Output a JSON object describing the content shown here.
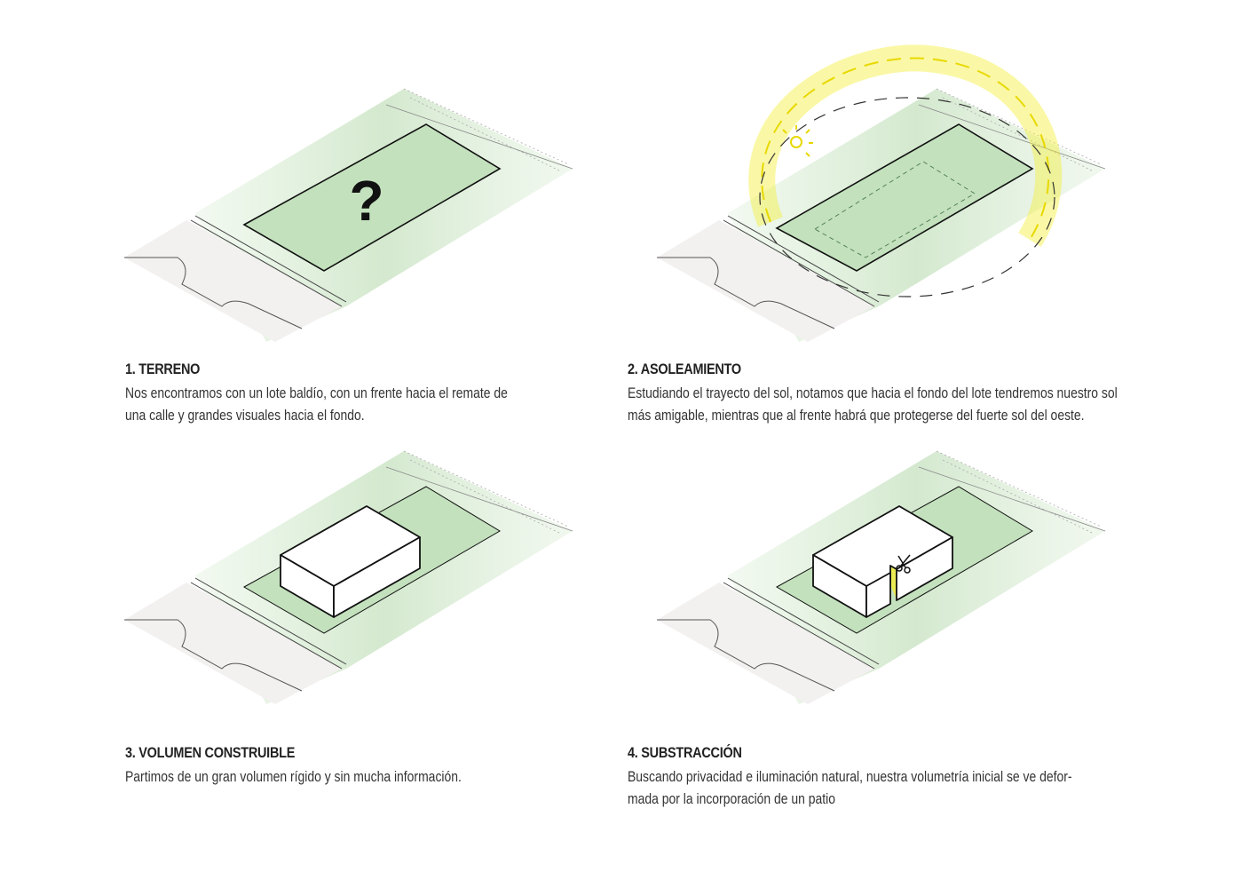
{
  "steps": [
    {
      "title": "1. TERRENO",
      "text": "Nos encontramos con un lote baldío, con un frente hacia el remate de una calle y grandes visuales hacia el fondo.",
      "mark": "?"
    },
    {
      "title": "2. ASOLEAMIENTO",
      "text": "Estudiando el trayecto del sol, notamos que hacia el fondo del lote tendremos nuestro sol más amigable, mientras que al frente habrá que protegerse del fuerte sol del oeste."
    },
    {
      "title": "3. VOLUMEN CONSTRUIBLE",
      "text": "Partimos de un gran volumen rígido y sin mucha información."
    },
    {
      "title": "4. SUBSTRACCIÓN",
      "text": "Buscando privacidad e iluminación natural, nuestra volumetría inicial se ve defor-mada por la incorporación de un patio"
    }
  ],
  "colors": {
    "green": "#cfe6c9",
    "lot": "#c3e1bd",
    "sun": "#f5ef3a",
    "street": "#f1eeee"
  }
}
